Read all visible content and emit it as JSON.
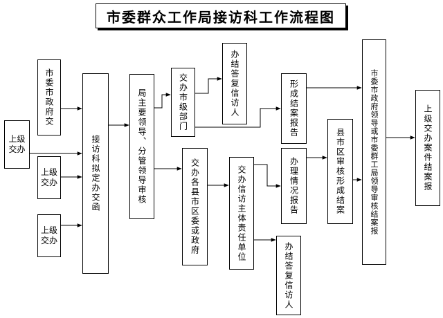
{
  "title": "市委群众工作局接访科工作流程图",
  "nodes": {
    "upper_left": "上级交办",
    "city_govt": "市委市政府交",
    "upper_mid": "上级交办",
    "upper_low": "上级交办",
    "draft": "接访科拟定办交函",
    "leader": "局主要领导、分管领导审核",
    "city_dept": "交办市级部门",
    "county": "交办各县市区委或政府",
    "reply_top": "办结答复信访人",
    "resp_unit": "交办信访主体责任单位",
    "reply_bottom": "办结答复信访人",
    "form_report": "形成结案报告",
    "process_report": "办理情况报告",
    "county_review": "县市区审核形成结案",
    "final_review": "市委市政府领导或市委群工局领导审核结案报",
    "upper_report": "上级交办案件结案报"
  }
}
